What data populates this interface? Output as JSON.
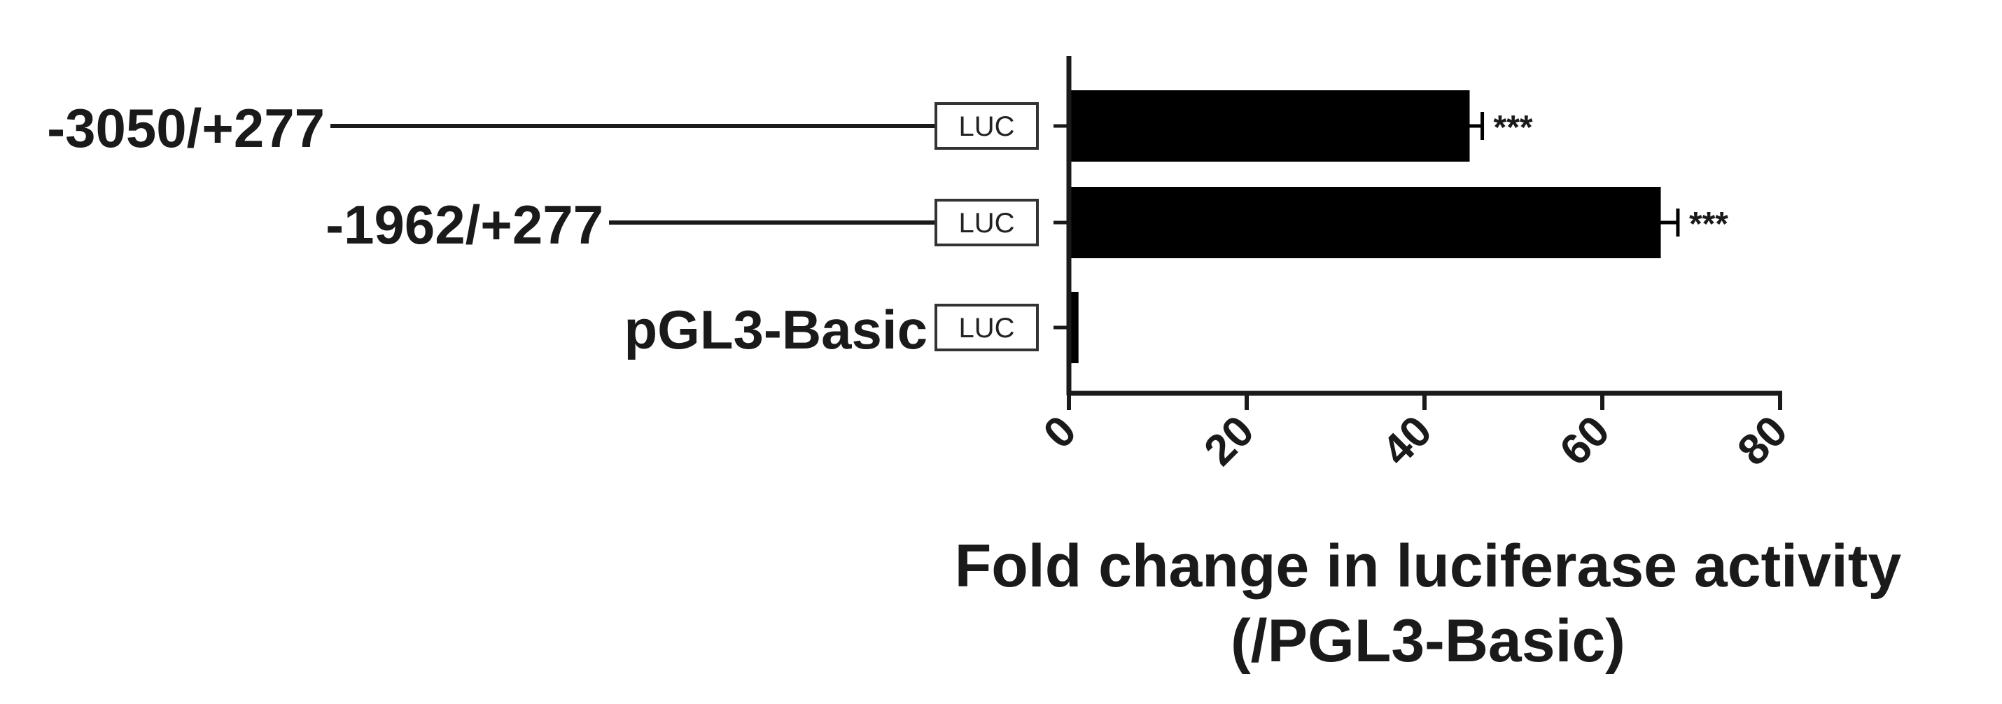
{
  "chart_data": {
    "type": "bar",
    "orientation": "horizontal",
    "categories": [
      "-3050/+277",
      "-1962/+277",
      "pGL3-Basic"
    ],
    "values": [
      45,
      66.5,
      1
    ],
    "errors": [
      1.5,
      2,
      0
    ],
    "annotations": [
      "***",
      "***",
      ""
    ],
    "construct_label": "LUC",
    "xlim": [
      0,
      80
    ],
    "xticks": [
      "0",
      "20",
      "40",
      "60",
      "80"
    ],
    "xlabel": "Fold change in luciferase activity",
    "xlabel_sub": "(/PGL3-Basic)",
    "title": "",
    "bar_color": "#000000",
    "grid": false,
    "legend": false
  }
}
